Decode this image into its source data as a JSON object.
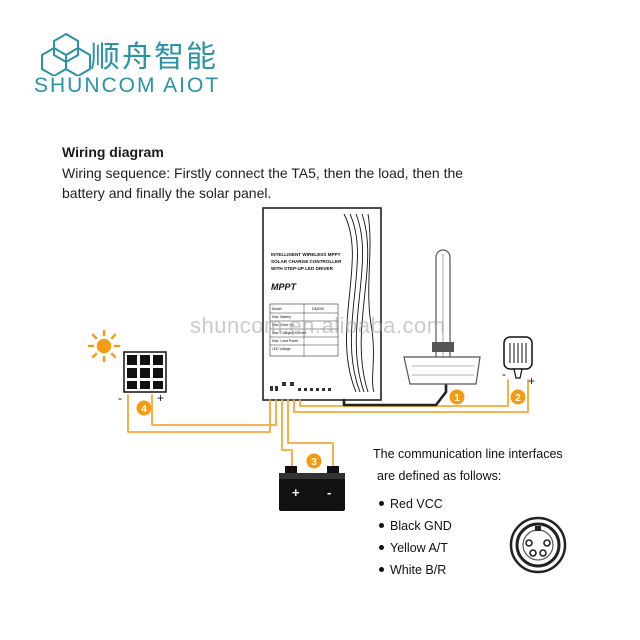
{
  "brand": {
    "name_cn": "顺舟智能",
    "name_en": "SHUNCOM AIOT"
  },
  "section": {
    "heading": "Wiring diagram",
    "intro": "Wiring sequence: Firstly connect the TA5, then the load, then the battery and finally the solar panel."
  },
  "watermark": "shuncom.en.alibaba.com",
  "controller": {
    "title_lines": [
      "INTELLIGENT WIRELESS MPPT",
      "SOLAR CHARGE CONTROLLER",
      "WITH STEP-UP LED DRIVER"
    ],
    "badge": "MPPT",
    "model_label": "Model",
    "model_value": "DM200",
    "spec_rows": [
      "Max. Battery",
      "Max. Solar Vin",
      "Max. Charging Current",
      "Max. Load Power",
      "LED Voltage"
    ]
  },
  "steps": [
    "1",
    "2",
    "3",
    "4"
  ],
  "solar_panel": {
    "minus": "-",
    "plus": "+"
  },
  "battery": {
    "minus": "-",
    "plus": "+"
  },
  "lamp": {
    "minus": "-",
    "plus": "+"
  },
  "communication": {
    "intro_line1": "The communication line interfaces",
    "intro_line2": "are defined as follows:",
    "items": [
      "Red VCC",
      "Black GND",
      "Yellow A/T",
      "White B/R"
    ]
  },
  "colors": {
    "brand": "#2a93a6",
    "step_badge": "#f39c12",
    "wire_orange": "#f7a83a",
    "wire_black": "#222222"
  }
}
